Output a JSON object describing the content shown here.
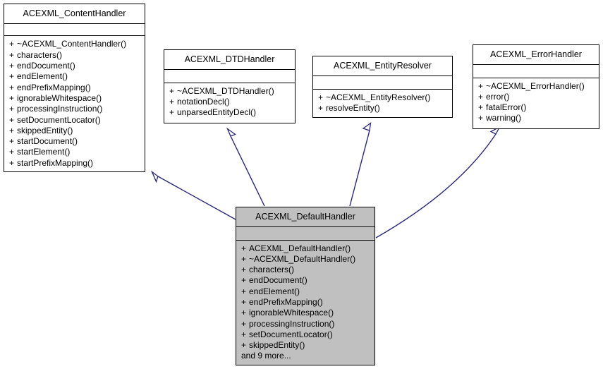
{
  "diagram": {
    "kind": "uml-inheritance-diagram",
    "subject": "ACEXML_DefaultHandler",
    "background_color": "#ffffff",
    "edge_color": "#27277f",
    "box_border_color": "#000000",
    "box_fill_color": "#ffffff",
    "highlight_fill_color": "#c0c0c0"
  },
  "classes": {
    "content_handler": {
      "name": "ACEXML_ContentHandler",
      "attributes": [],
      "operations": [
        {
          "visibility": "+",
          "label": "~ACEXML_ContentHandler()"
        },
        {
          "visibility": "+",
          "label": "characters()"
        },
        {
          "visibility": "+",
          "label": "endDocument()"
        },
        {
          "visibility": "+",
          "label": "endElement()"
        },
        {
          "visibility": "+",
          "label": "endPrefixMapping()"
        },
        {
          "visibility": "+",
          "label": "ignorableWhitespace()"
        },
        {
          "visibility": "+",
          "label": "processingInstruction()"
        },
        {
          "visibility": "+",
          "label": "setDocumentLocator()"
        },
        {
          "visibility": "+",
          "label": "skippedEntity()"
        },
        {
          "visibility": "+",
          "label": "startDocument()"
        },
        {
          "visibility": "+",
          "label": "startElement()"
        },
        {
          "visibility": "+",
          "label": "startPrefixMapping()"
        }
      ]
    },
    "dtd_handler": {
      "name": "ACEXML_DTDHandler",
      "attributes": [],
      "operations": [
        {
          "visibility": "+",
          "label": "~ACEXML_DTDHandler()"
        },
        {
          "visibility": "+",
          "label": "notationDecl()"
        },
        {
          "visibility": "+",
          "label": "unparsedEntityDecl()"
        }
      ]
    },
    "entity_resolver": {
      "name": "ACEXML_EntityResolver",
      "attributes": [],
      "operations": [
        {
          "visibility": "+",
          "label": "~ACEXML_EntityResolver()"
        },
        {
          "visibility": "+",
          "label": "resolveEntity()"
        }
      ]
    },
    "error_handler": {
      "name": "ACEXML_ErrorHandler",
      "attributes": [],
      "operations": [
        {
          "visibility": "+",
          "label": "~ACEXML_ErrorHandler()"
        },
        {
          "visibility": "+",
          "label": "error()"
        },
        {
          "visibility": "+",
          "label": "fatalError()"
        },
        {
          "visibility": "+",
          "label": "warning()"
        }
      ]
    },
    "default_handler": {
      "name": "ACEXML_DefaultHandler",
      "attributes": [],
      "operations": [
        {
          "visibility": "+",
          "label": "ACEXML_DefaultHandler()"
        },
        {
          "visibility": "+",
          "label": "~ACEXML_DefaultHandler()"
        },
        {
          "visibility": "+",
          "label": "characters()"
        },
        {
          "visibility": "+",
          "label": "endDocument()"
        },
        {
          "visibility": "+",
          "label": "endElement()"
        },
        {
          "visibility": "+",
          "label": "endPrefixMapping()"
        },
        {
          "visibility": "+",
          "label": "ignorableWhitespace()"
        },
        {
          "visibility": "+",
          "label": "processingInstruction()"
        },
        {
          "visibility": "+",
          "label": "setDocumentLocator()"
        },
        {
          "visibility": "+",
          "label": "skippedEntity()"
        }
      ],
      "more_label": "and 9 more..."
    }
  },
  "relations": [
    {
      "from": "ACEXML_DefaultHandler",
      "to": "ACEXML_ContentHandler",
      "type": "generalization"
    },
    {
      "from": "ACEXML_DefaultHandler",
      "to": "ACEXML_DTDHandler",
      "type": "generalization"
    },
    {
      "from": "ACEXML_DefaultHandler",
      "to": "ACEXML_EntityResolver",
      "type": "generalization"
    },
    {
      "from": "ACEXML_DefaultHandler",
      "to": "ACEXML_ErrorHandler",
      "type": "generalization"
    }
  ]
}
